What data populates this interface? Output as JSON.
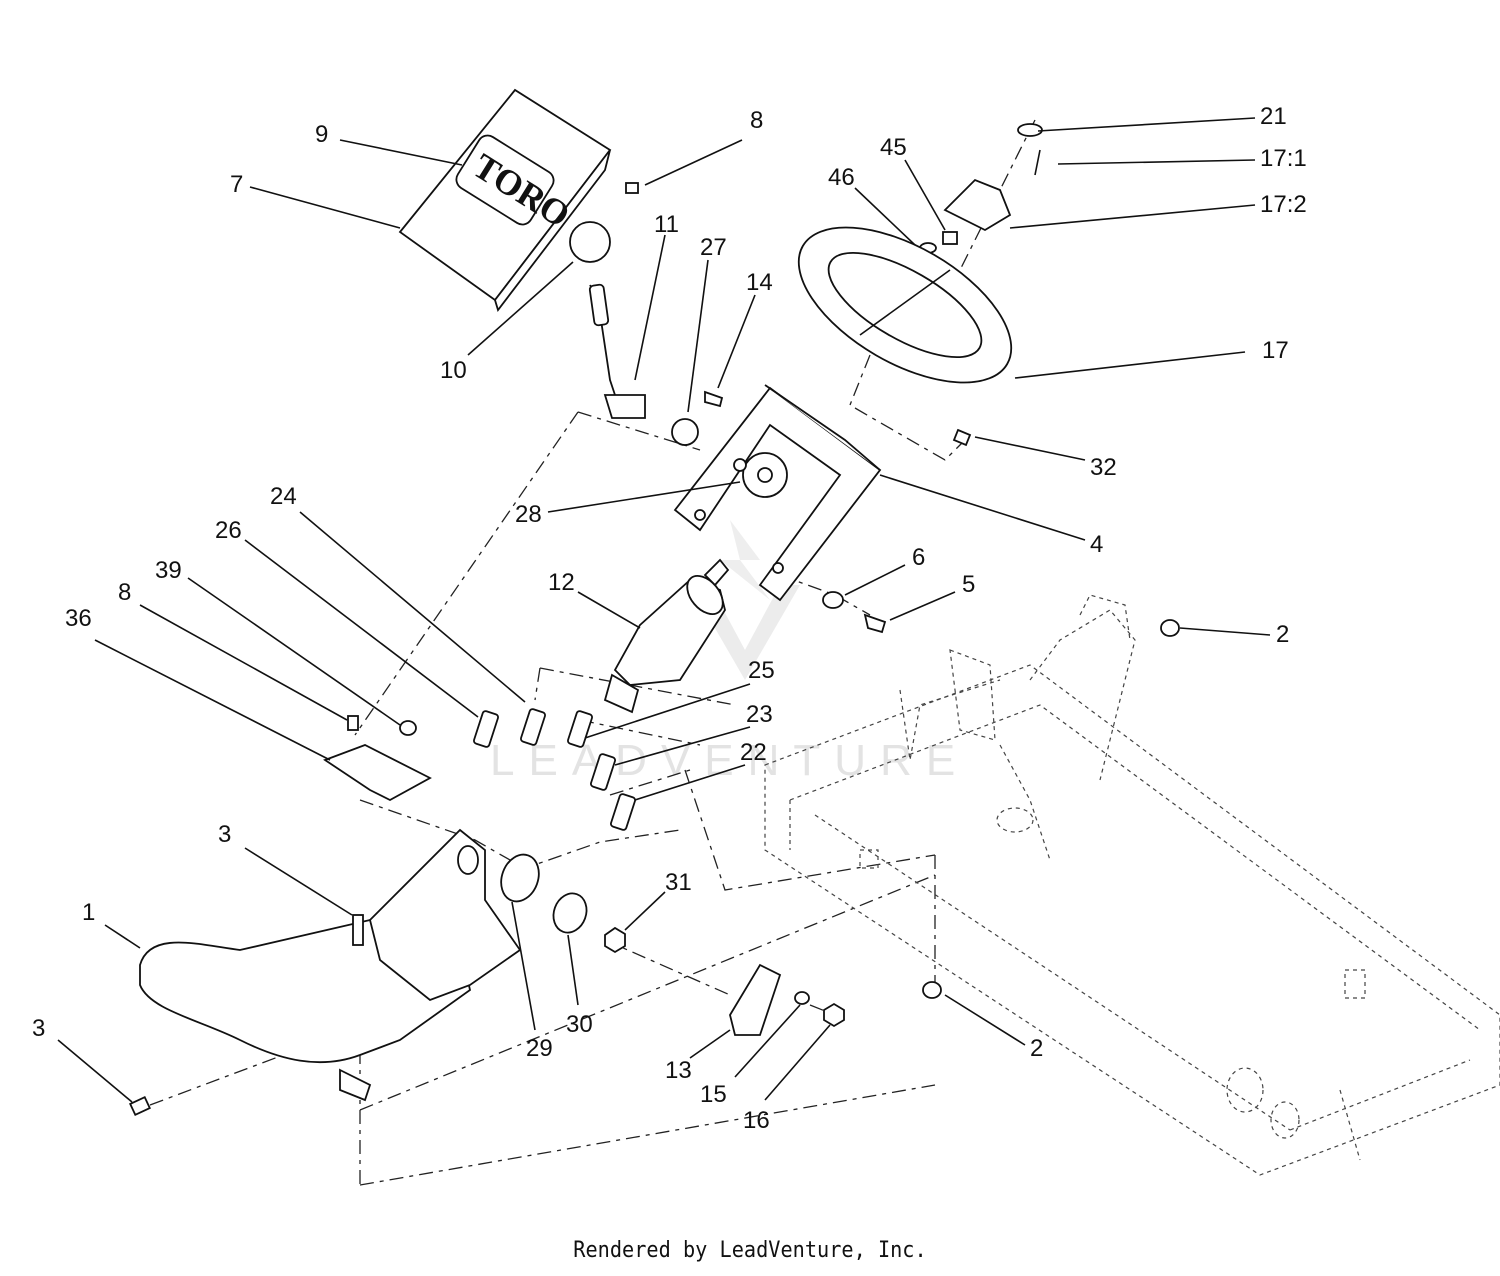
{
  "diagram": {
    "watermark": "LEADVENTURE",
    "logo_text": "TORO",
    "callouts": [
      {
        "id": "c9",
        "label": "9"
      },
      {
        "id": "c7",
        "label": "7"
      },
      {
        "id": "c8a",
        "label": "8"
      },
      {
        "id": "c10",
        "label": "10"
      },
      {
        "id": "c11",
        "label": "11"
      },
      {
        "id": "c27",
        "label": "27"
      },
      {
        "id": "c14",
        "label": "14"
      },
      {
        "id": "c45",
        "label": "45"
      },
      {
        "id": "c46",
        "label": "46"
      },
      {
        "id": "c21",
        "label": "21"
      },
      {
        "id": "c17_1",
        "label": "17:1"
      },
      {
        "id": "c17_2",
        "label": "17:2"
      },
      {
        "id": "c17",
        "label": "17"
      },
      {
        "id": "c32",
        "label": "32"
      },
      {
        "id": "c4",
        "label": "4"
      },
      {
        "id": "c28",
        "label": "28"
      },
      {
        "id": "c24",
        "label": "24"
      },
      {
        "id": "c26",
        "label": "26"
      },
      {
        "id": "c39",
        "label": "39"
      },
      {
        "id": "c8b",
        "label": "8"
      },
      {
        "id": "c36",
        "label": "36"
      },
      {
        "id": "c12",
        "label": "12"
      },
      {
        "id": "c6",
        "label": "6"
      },
      {
        "id": "c5",
        "label": "5"
      },
      {
        "id": "c2a",
        "label": "2"
      },
      {
        "id": "c25",
        "label": "25"
      },
      {
        "id": "c23",
        "label": "23"
      },
      {
        "id": "c22",
        "label": "22"
      },
      {
        "id": "c3a",
        "label": "3"
      },
      {
        "id": "c1",
        "label": "1"
      },
      {
        "id": "c31",
        "label": "31"
      },
      {
        "id": "c29",
        "label": "29"
      },
      {
        "id": "c30",
        "label": "30"
      },
      {
        "id": "c3b",
        "label": "3"
      },
      {
        "id": "c13",
        "label": "13"
      },
      {
        "id": "c15",
        "label": "15"
      },
      {
        "id": "c16",
        "label": "16"
      },
      {
        "id": "c2b",
        "label": "2"
      }
    ]
  },
  "footer": {
    "text": "Rendered by LeadVenture, Inc."
  }
}
